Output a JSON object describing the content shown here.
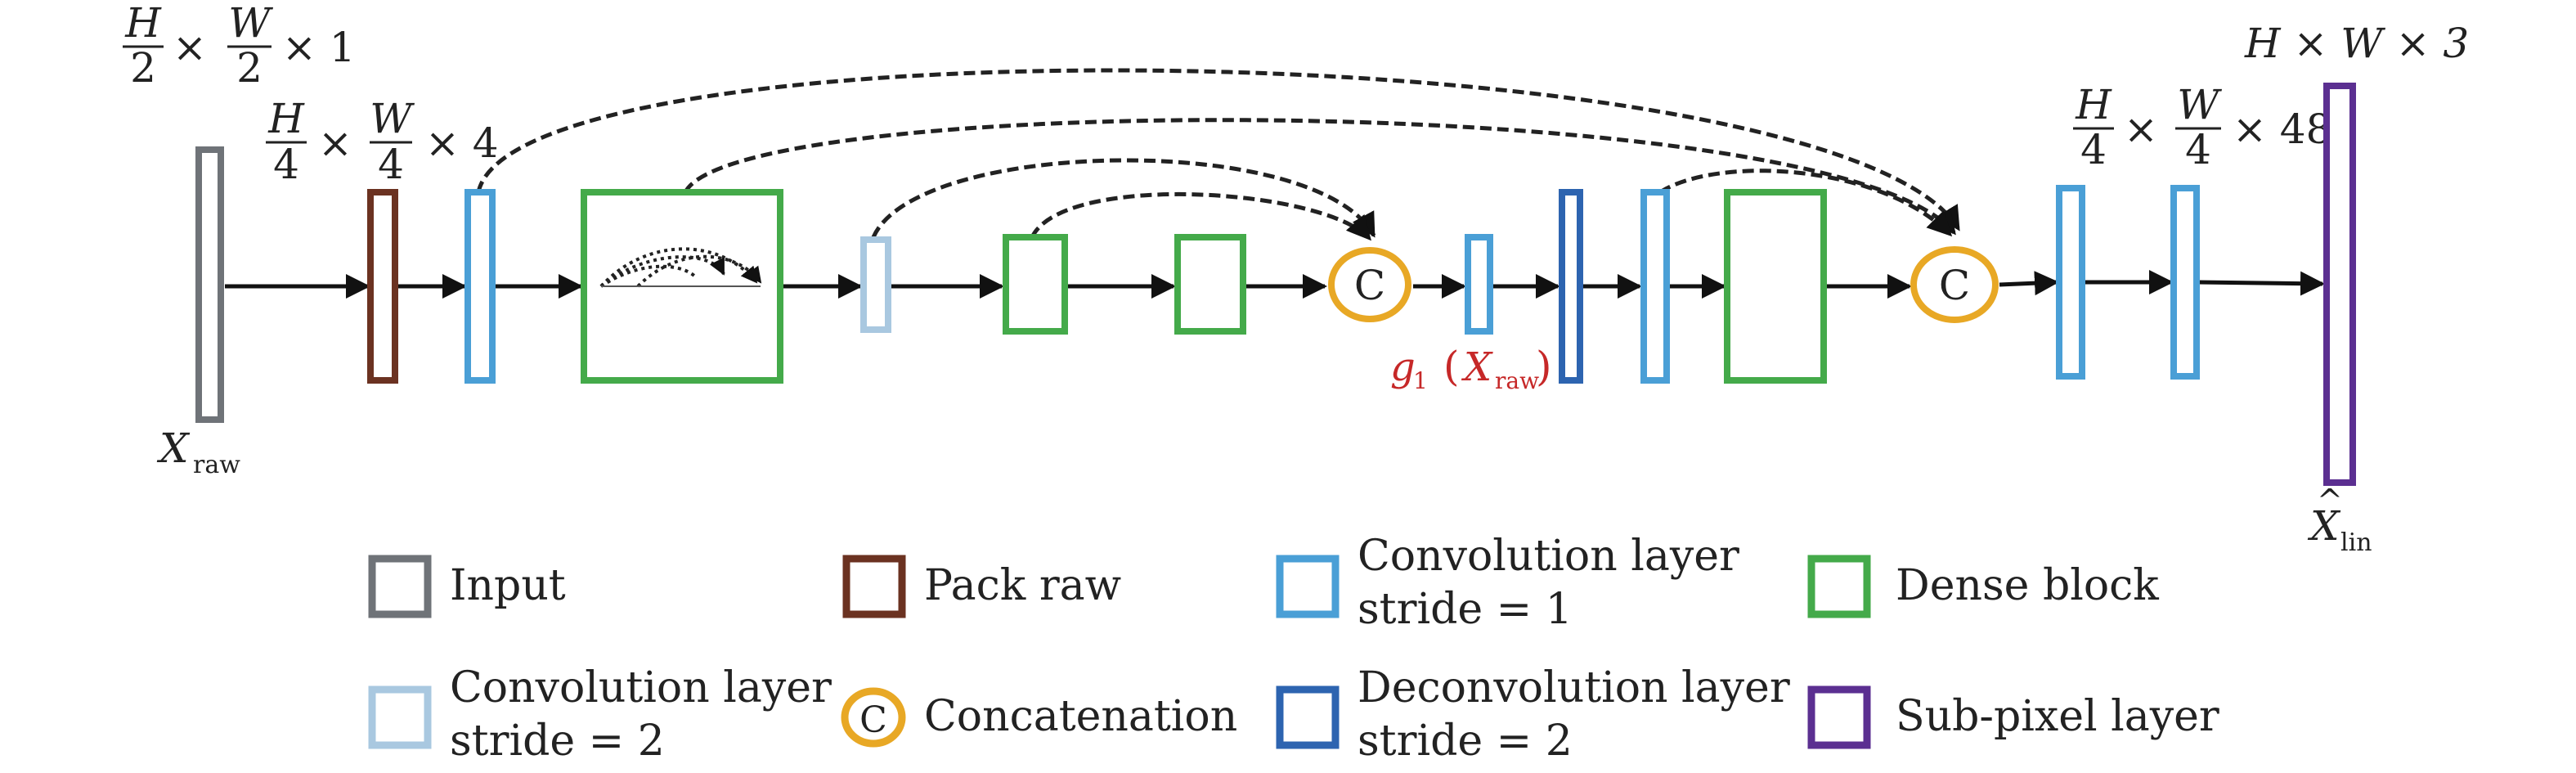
{
  "dimensions": {
    "input": {
      "h_num": "H",
      "h_den": "2",
      "times1": "×",
      "w_num": "W",
      "w_den": "2",
      "rest": "× 1"
    },
    "packed": {
      "h_num": "H",
      "h_den": "4",
      "times1": "×",
      "w_num": "W",
      "w_den": "4",
      "rest": "× 4"
    },
    "pre_output": {
      "h_num": "H",
      "h_den": "4",
      "times1": "×",
      "w_num": "W",
      "w_den": "4",
      "rest": "× 48"
    },
    "output": "H ×  W × 3"
  },
  "labels": {
    "x_raw": {
      "main": "X",
      "sub": "raw"
    },
    "g1": {
      "func": "g",
      "func_sub": "1",
      "open": "(",
      "arg": "X",
      "arg_sub": "raw",
      "close": ")"
    },
    "x_lin": {
      "hat": "^",
      "main": "X",
      "sub": "lin"
    },
    "concat_symbol": "C"
  },
  "colors": {
    "input": "#6f7378",
    "pack_raw": "#6b3221",
    "conv_s1": "#4a9fd6",
    "conv_s2": "#a9c8e0",
    "dense": "#44aa4a",
    "concat": "#e8a825",
    "deconv": "#2d64b0",
    "subpixel": "#5b2f91",
    "arrow": "#111111"
  },
  "legend": [
    {
      "label": "Input",
      "color": "#6f7378",
      "shape": "square"
    },
    {
      "label": "Pack raw",
      "color": "#6b3221",
      "shape": "square"
    },
    {
      "label": "Convolution layer",
      "label2": "stride = 1",
      "color": "#4a9fd6",
      "shape": "square"
    },
    {
      "label": "Dense block",
      "color": "#44aa4a",
      "shape": "square"
    },
    {
      "label": "Convolution layer",
      "label2": "stride = 2",
      "color": "#a9c8e0",
      "shape": "square"
    },
    {
      "label": "Concatenation",
      "color": "#e8a825",
      "shape": "circle",
      "symbol": "C"
    },
    {
      "label": "Deconvolution layer",
      "label2": "stride = 2",
      "color": "#2d64b0",
      "shape": "square"
    },
    {
      "label": "Sub-pixel layer",
      "color": "#5b2f91",
      "shape": "square"
    }
  ]
}
